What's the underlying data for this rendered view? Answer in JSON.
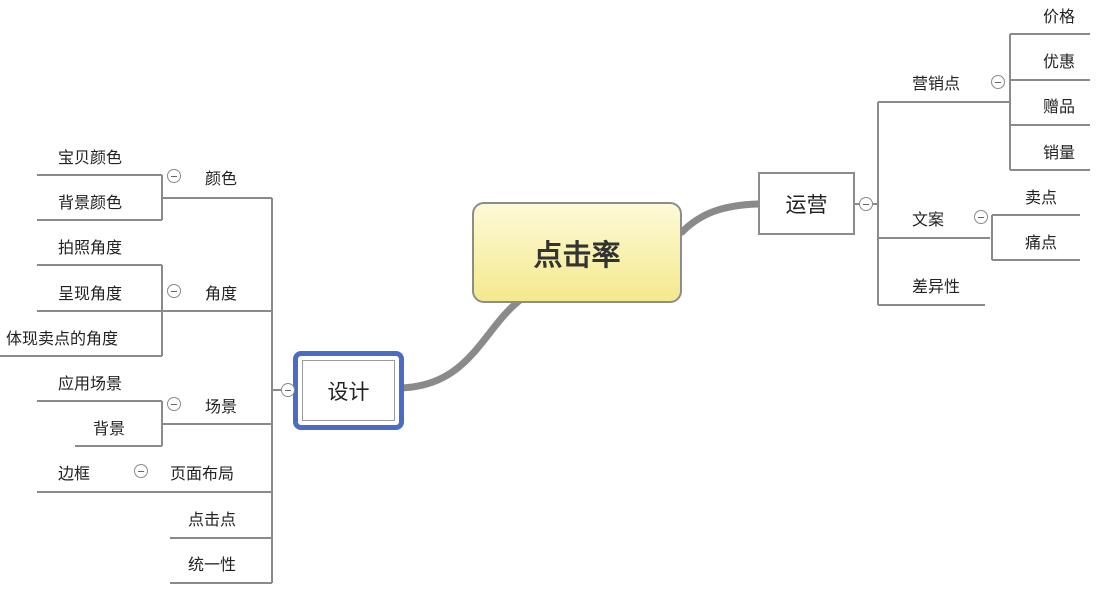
{
  "mindmap": {
    "root": "点击率",
    "design": {
      "label": "设计",
      "color": {
        "label": "颜色",
        "children": [
          "宝贝颜色",
          "背景颜色"
        ]
      },
      "angle": {
        "label": "角度",
        "children": [
          "拍照角度",
          "呈现角度",
          "体现卖点的角度"
        ]
      },
      "scene": {
        "label": "场景",
        "children": [
          "应用场景",
          "背景"
        ]
      },
      "layout": {
        "label": "页面布局",
        "children": [
          "边框"
        ]
      },
      "click_point": "点击点",
      "unity": "统一性"
    },
    "operation": {
      "label": "运营",
      "marketing": {
        "label": "营销点",
        "children": [
          "价格",
          "优惠",
          "赠品",
          "销量"
        ]
      },
      "copy": {
        "label": "文案",
        "children": [
          "卖点",
          "痛点"
        ]
      },
      "difference": "差异性"
    }
  },
  "colors": {
    "line": "#8a8a8a",
    "thick_connector": "#8a8a8a",
    "root_fill_top": "#fdfad8",
    "root_fill_bottom": "#f4e98c",
    "selected_border": "#4b6cc4"
  }
}
